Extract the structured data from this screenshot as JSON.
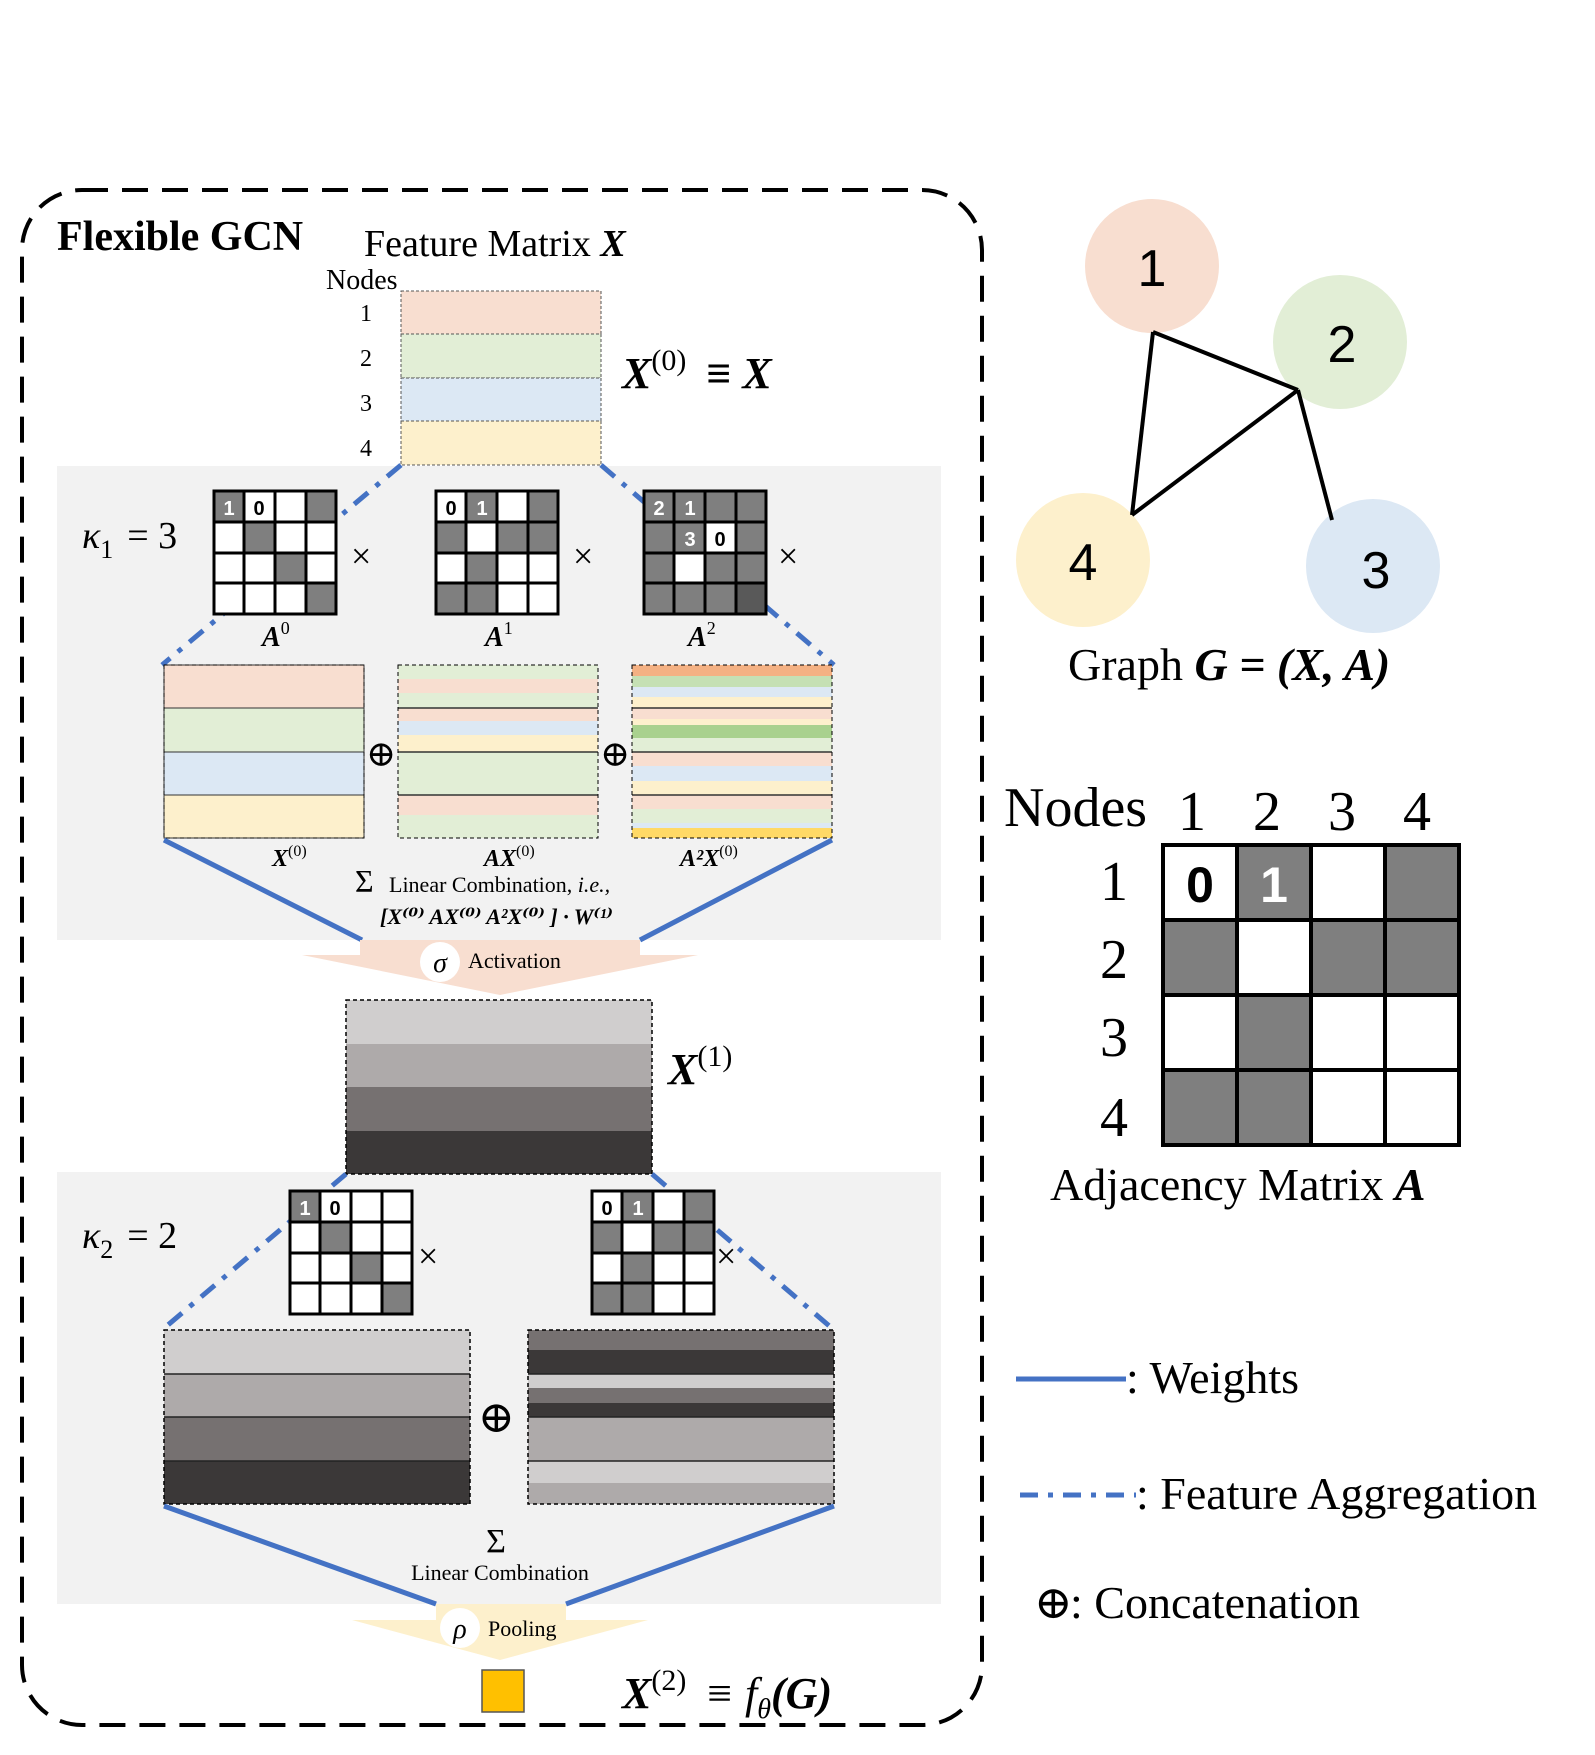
{
  "panel": {
    "title": "Flexible GCN",
    "feature_matrix_label": "Feature Matrix",
    "feature_matrix_symbol": "X",
    "nodes_header": "Nodes",
    "row_numbers": [
      "1",
      "2",
      "3",
      "4"
    ],
    "x0_symbol": "X",
    "x0_sup": "(0)",
    "x0_equiv": "≡ X",
    "kappa1_label": "κ",
    "kappa1_sub": "1",
    "kappa1_value": "= 3",
    "kappa2_label": "κ",
    "kappa2_sub": "2",
    "kappa2_value": "= 2",
    "times": "×",
    "oplus": "⊕",
    "a_labels": [
      {
        "base": "A",
        "sup": "0"
      },
      {
        "base": "A",
        "sup": "1"
      },
      {
        "base": "A",
        "sup": "2"
      }
    ],
    "a0_cells": [
      "1",
      "0"
    ],
    "a1_cells": [
      "0",
      "1"
    ],
    "a2_cells": [
      "2",
      "1",
      "3",
      "0"
    ],
    "agg_labels": [
      {
        "base": "X",
        "sup": "(0)"
      },
      {
        "base": "AX",
        "sup": "(0)"
      },
      {
        "base": "A²X",
        "sup": "(0)"
      }
    ],
    "sigma_sum": "Σ",
    "linear_combination_ie": "Linear Combination,",
    "ie": "i.e.,",
    "combo_formula": "[X⁽⁰⁾   AX⁽⁰⁾   A²X⁽⁰⁾ ] · W⁽¹⁾",
    "activation_symbol": "σ",
    "activation_label": "Activation",
    "x1_symbol": "X",
    "x1_sup": "(1)",
    "layer2_a0_cells": [
      "1",
      "0"
    ],
    "layer2_a1_cells": [
      "0",
      "1"
    ],
    "linear_combination": "Linear Combination",
    "pooling_symbol": "ρ",
    "pooling_label": "Pooling",
    "x2_symbol": "X",
    "x2_sup": "(2)",
    "x2_equiv": "≡ f",
    "x2_sub": "θ",
    "x2_arg": "(G)"
  },
  "graph": {
    "nodes": [
      "1",
      "2",
      "3",
      "4"
    ],
    "caption_prefix": "Graph",
    "caption_formula": "G = (X, A)"
  },
  "adjacency": {
    "header": "Nodes",
    "col_labels": [
      "1",
      "2",
      "3",
      "4"
    ],
    "row_labels": [
      "1",
      "2",
      "3",
      "4"
    ],
    "cell_values": [
      "0",
      "1"
    ],
    "caption": "Adjacency Matrix",
    "caption_symbol": "A"
  },
  "legend": {
    "weights": ": Weights",
    "feature_aggregation": ": Feature Aggregation",
    "concatenation_symbol": "⊕",
    "concatenation": ": Concatenation"
  },
  "colors": {
    "node1": "#f8ded0",
    "node2": "#e2eed6",
    "node3": "#dce8f4",
    "node4": "#fdf0cc",
    "weights_line": "#4472c4",
    "cell_dark": "#7f7f7f",
    "panel_bg": "#f2f2f2",
    "pool_output": "#ffc000"
  }
}
